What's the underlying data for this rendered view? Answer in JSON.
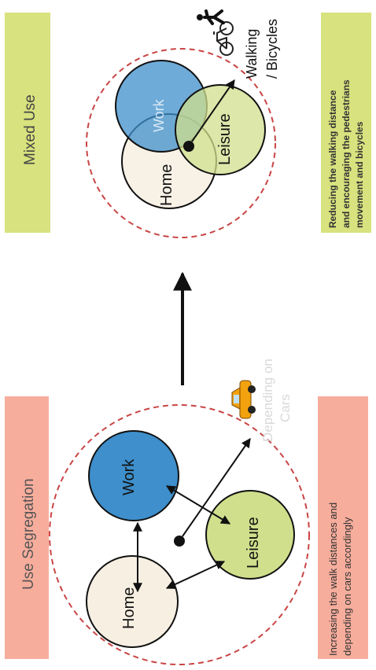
{
  "panels": {
    "segregation": {
      "title": "Use Segregation",
      "caption_line1": "Increasing the walk distances and",
      "caption_line2": "depending on cars accordingly",
      "home_label": "Home",
      "work_label": "Work",
      "leisure_label": "Leisure",
      "cars_line1": "Depending on",
      "cars_line2": "Cars"
    },
    "mixed": {
      "title": "Mixed Use",
      "caption_line1": "Reducing the walking distance",
      "caption_line2": "and encouraging the pedestrians",
      "caption_line3": "movement and bicycles",
      "home_label": "Home",
      "work_label": "Work",
      "leisure_label": "Leisure",
      "walk_line1": "Walking",
      "walk_line2": "/ Bicycles"
    }
  },
  "colors": {
    "segregation_banner": "#f7ad9c",
    "mixed_banner": "#d8e27e",
    "home": "#f7efe2",
    "work": "#3e8fcb",
    "leisure": "#d0df8c",
    "dashed_ring": "#c94545",
    "car": "#f2a20e"
  },
  "icons": [
    "car-icon",
    "pedestrian-icon",
    "bicycle-icon"
  ]
}
